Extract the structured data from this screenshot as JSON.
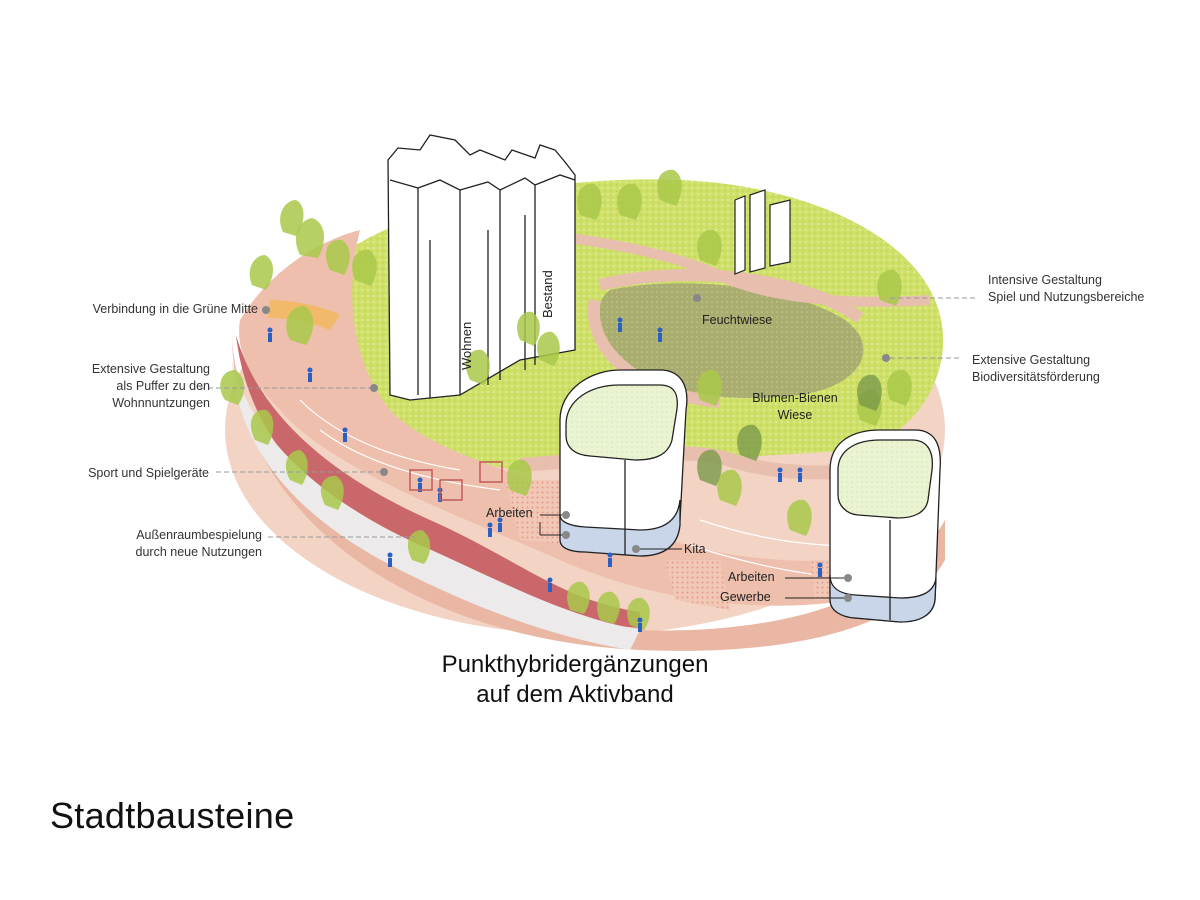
{
  "labels_left": {
    "verbindung": "Verbindung in die Grüne Mitte",
    "extensive_puffer": [
      "Extensive Gestaltung",
      "als Puffer zu den",
      "Wohnnuntzungen"
    ],
    "sport": "Sport und Spielgeräte",
    "aussenraum": [
      "Außenraumbespielung",
      "durch neue Nutzungen"
    ]
  },
  "labels_right": {
    "intensive": [
      "Intensive Gestaltung",
      "Spiel und Nutzungsbereiche"
    ],
    "extensive_bio": [
      "Extensive Gestaltung",
      "Biodiversitätsförderung"
    ]
  },
  "in_diagram": {
    "wohnen": "Wohnen",
    "bestand": "Bestand",
    "feuchtwiese": "Feuchtwiese",
    "blumen": [
      "Blumen-Bienen",
      "Wiese"
    ],
    "arbeiten_1": "Arbeiten",
    "kita": "Kita",
    "arbeiten_2": "Arbeiten",
    "gewerbe": "Gewerbe"
  },
  "caption": [
    "Punkthybridergänzungen",
    "auf dem Aktivband"
  ],
  "section_title": "Stadtbausteine",
  "colors": {
    "meadow": "#c9dc5a",
    "meadow_light": "#dfe98f",
    "path_pink": "#eec1ad",
    "road_red": "#c9676a",
    "wet_meadow": "#9fa36a",
    "building_glass": "#c9d6ea",
    "tree_green": "#a9c84a",
    "people_blue": "#2a5fc4",
    "leader_gray": "#888888"
  }
}
